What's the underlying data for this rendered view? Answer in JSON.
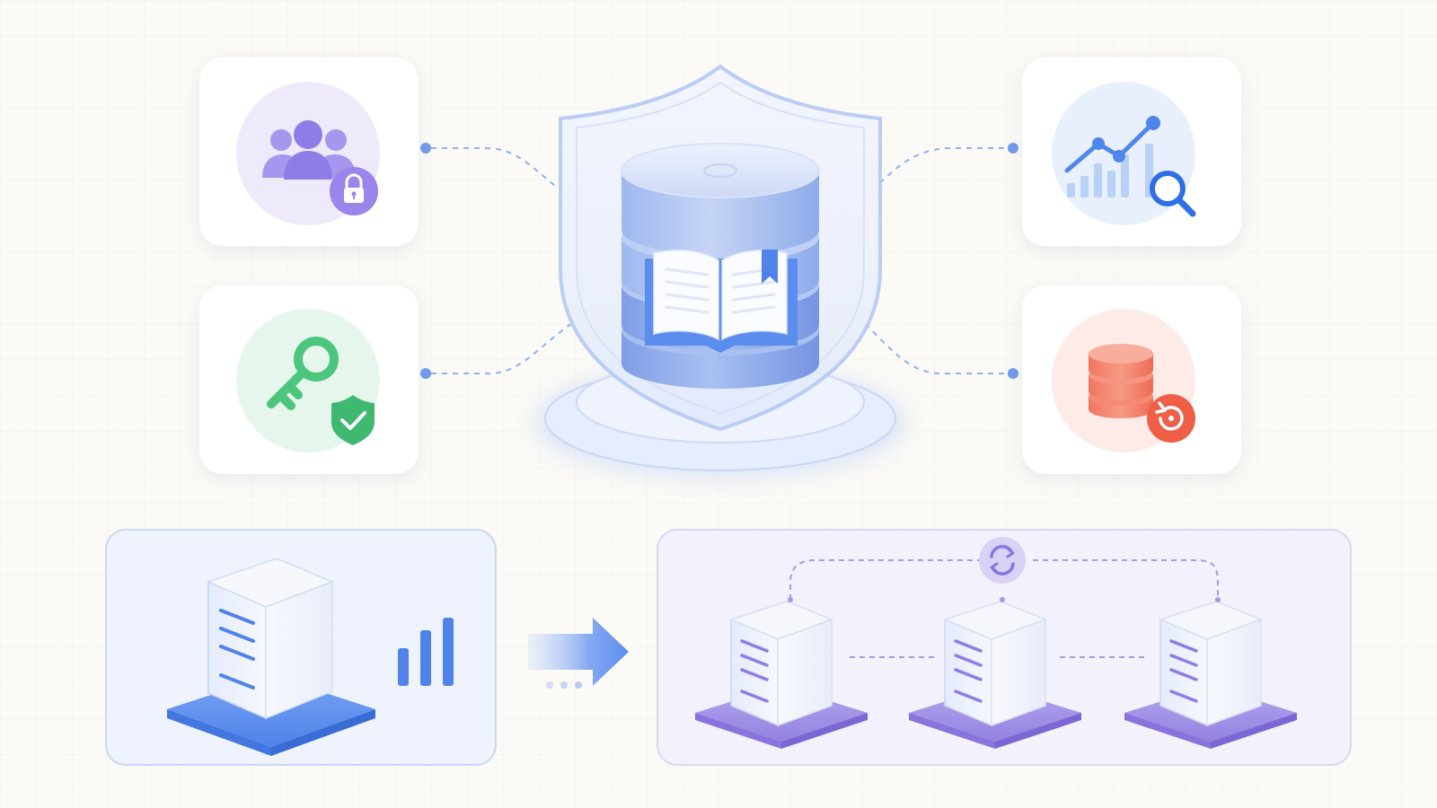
{
  "diagram": {
    "theme": {
      "background": "#fbfaf6",
      "primary_blue": "#5b8def",
      "purple": "#9a86e6",
      "green": "#4cc57d",
      "coral": "#f26b55"
    },
    "center": {
      "name": "secure-knowledge-database",
      "icons": [
        "shield-icon",
        "database-icon",
        "open-book-icon",
        "bookmark-icon"
      ]
    },
    "feature_cards": [
      {
        "id": "access-control",
        "icons": [
          "user-group-icon",
          "padlock-icon"
        ],
        "accent": "#8c7ae6"
      },
      {
        "id": "key-security",
        "icons": [
          "key-icon",
          "shield-check-icon"
        ],
        "accent": "#4cc57d"
      },
      {
        "id": "analytics",
        "icons": [
          "line-chart-icon",
          "magnifier-icon"
        ],
        "accent": "#4f86ec"
      },
      {
        "id": "backup-restore",
        "icons": [
          "database-icon",
          "restore-icon"
        ],
        "accent": "#f26b55"
      }
    ],
    "scaling": {
      "from": {
        "nodes": 1,
        "icons": [
          "server-icon",
          "signal-bars-icon"
        ]
      },
      "transition_icon": "arrow-right-icon",
      "to": {
        "nodes": 3,
        "icons": [
          "server-icon",
          "sync-icon"
        ]
      }
    }
  }
}
